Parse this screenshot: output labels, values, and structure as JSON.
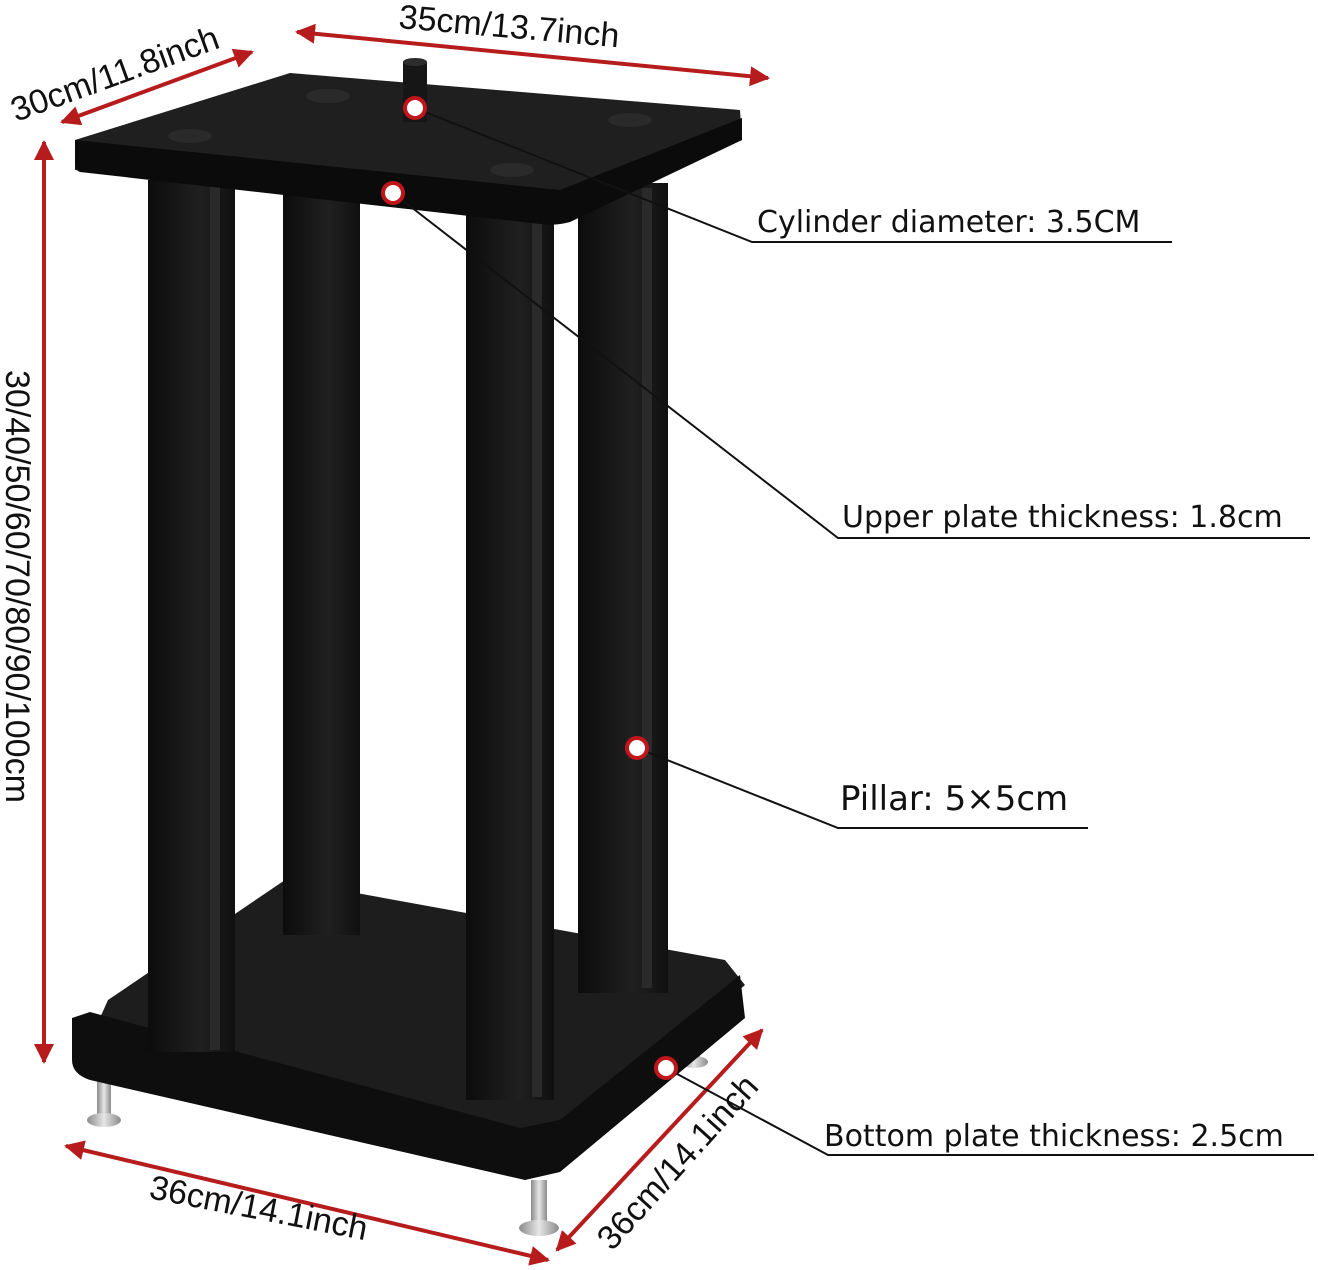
{
  "dimensions": {
    "top_width": "35cm/13.7inch",
    "top_depth": "30cm/11.8inch",
    "height": "30/40/50/60/70/80/90/100cm",
    "bottom_width": "36cm/14.1inch",
    "bottom_depth": "36cm/14.1inch"
  },
  "callouts": {
    "cylinder": "Cylinder diameter: 3.5CM",
    "upper_plate": "Upper plate thickness: 1.8cm",
    "pillar": "Pillar: 5×5cm",
    "bottom_plate": "Bottom plate thickness: 2.5cm"
  },
  "colors": {
    "arrow": "#b71c1c",
    "stand": "#151515",
    "marker": "#c0161b",
    "foot": "#b8b8b8"
  }
}
